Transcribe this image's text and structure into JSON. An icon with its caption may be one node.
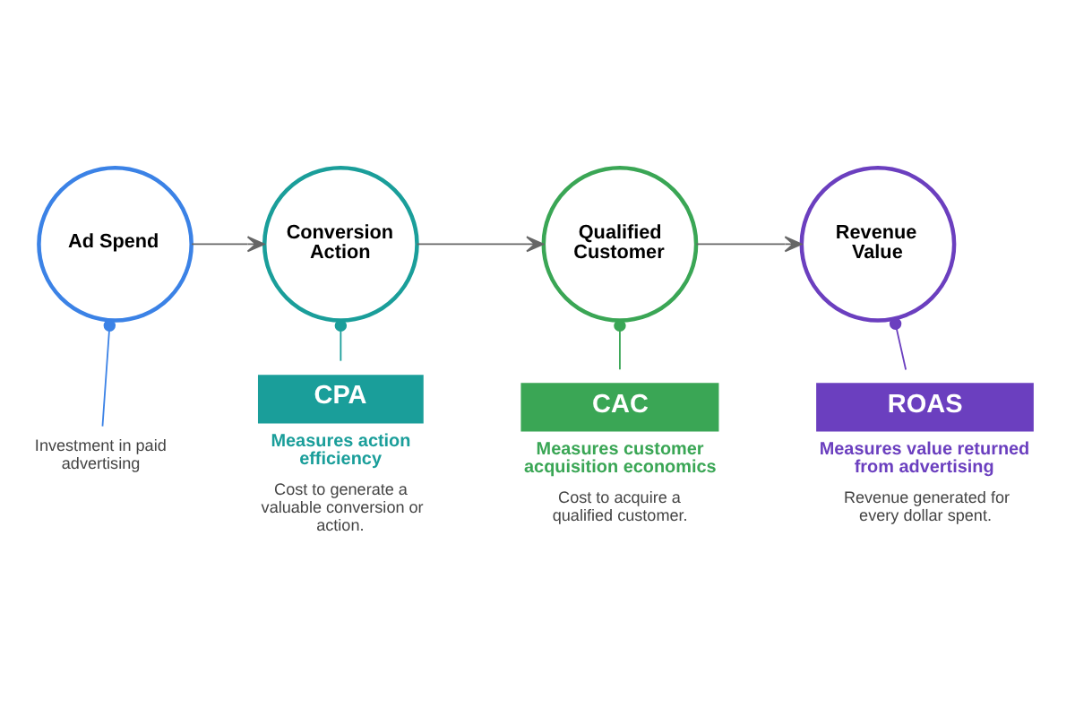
{
  "diagram": {
    "nodes": [
      {
        "text": [
          "Ad Spend"
        ]
      },
      {
        "text": [
          "Conversion Action"
        ]
      },
      {
        "text": [
          "Qualified Customer"
        ]
      },
      {
        "text": [
          "Revenue Value"
        ]
      },
      {
        "text": [
          "Investment in paid advertising"
        ]
      },
      {
        "text": [
          "CPA"
        ],
        "beside": [
          "Measures action efficiency",
          "Cost to generate a valuable conversion or action."
        ]
      },
      {
        "text": [
          "CAC"
        ],
        "beside": [
          "Measures customer acquisition economics",
          "Cost to acquire a qualified customer."
        ]
      },
      {
        "text": [
          "ROAS"
        ],
        "beside": [
          "Measures value returned from advertising",
          "Revenue generated for every dollar spent."
        ]
      }
    ],
    "edges": [
      {
        "from": 0,
        "to": 1,
        "arrow": "to"
      },
      {
        "from": 1,
        "to": 2,
        "arrow": "to"
      },
      {
        "from": 2,
        "to": 3,
        "arrow": "to"
      },
      {
        "from": 0,
        "to": 4,
        "arrow": "other",
        "color": "#3b82e6"
      },
      {
        "from": 1,
        "to": 5,
        "arrow": "other",
        "color": "#1a9e9a"
      },
      {
        "from": 2,
        "to": 6,
        "arrow": "other",
        "color": "#3aa655"
      },
      {
        "from": 3,
        "to": 7,
        "arrow": "other",
        "color": "#6b3fbf"
      }
    ]
  }
}
